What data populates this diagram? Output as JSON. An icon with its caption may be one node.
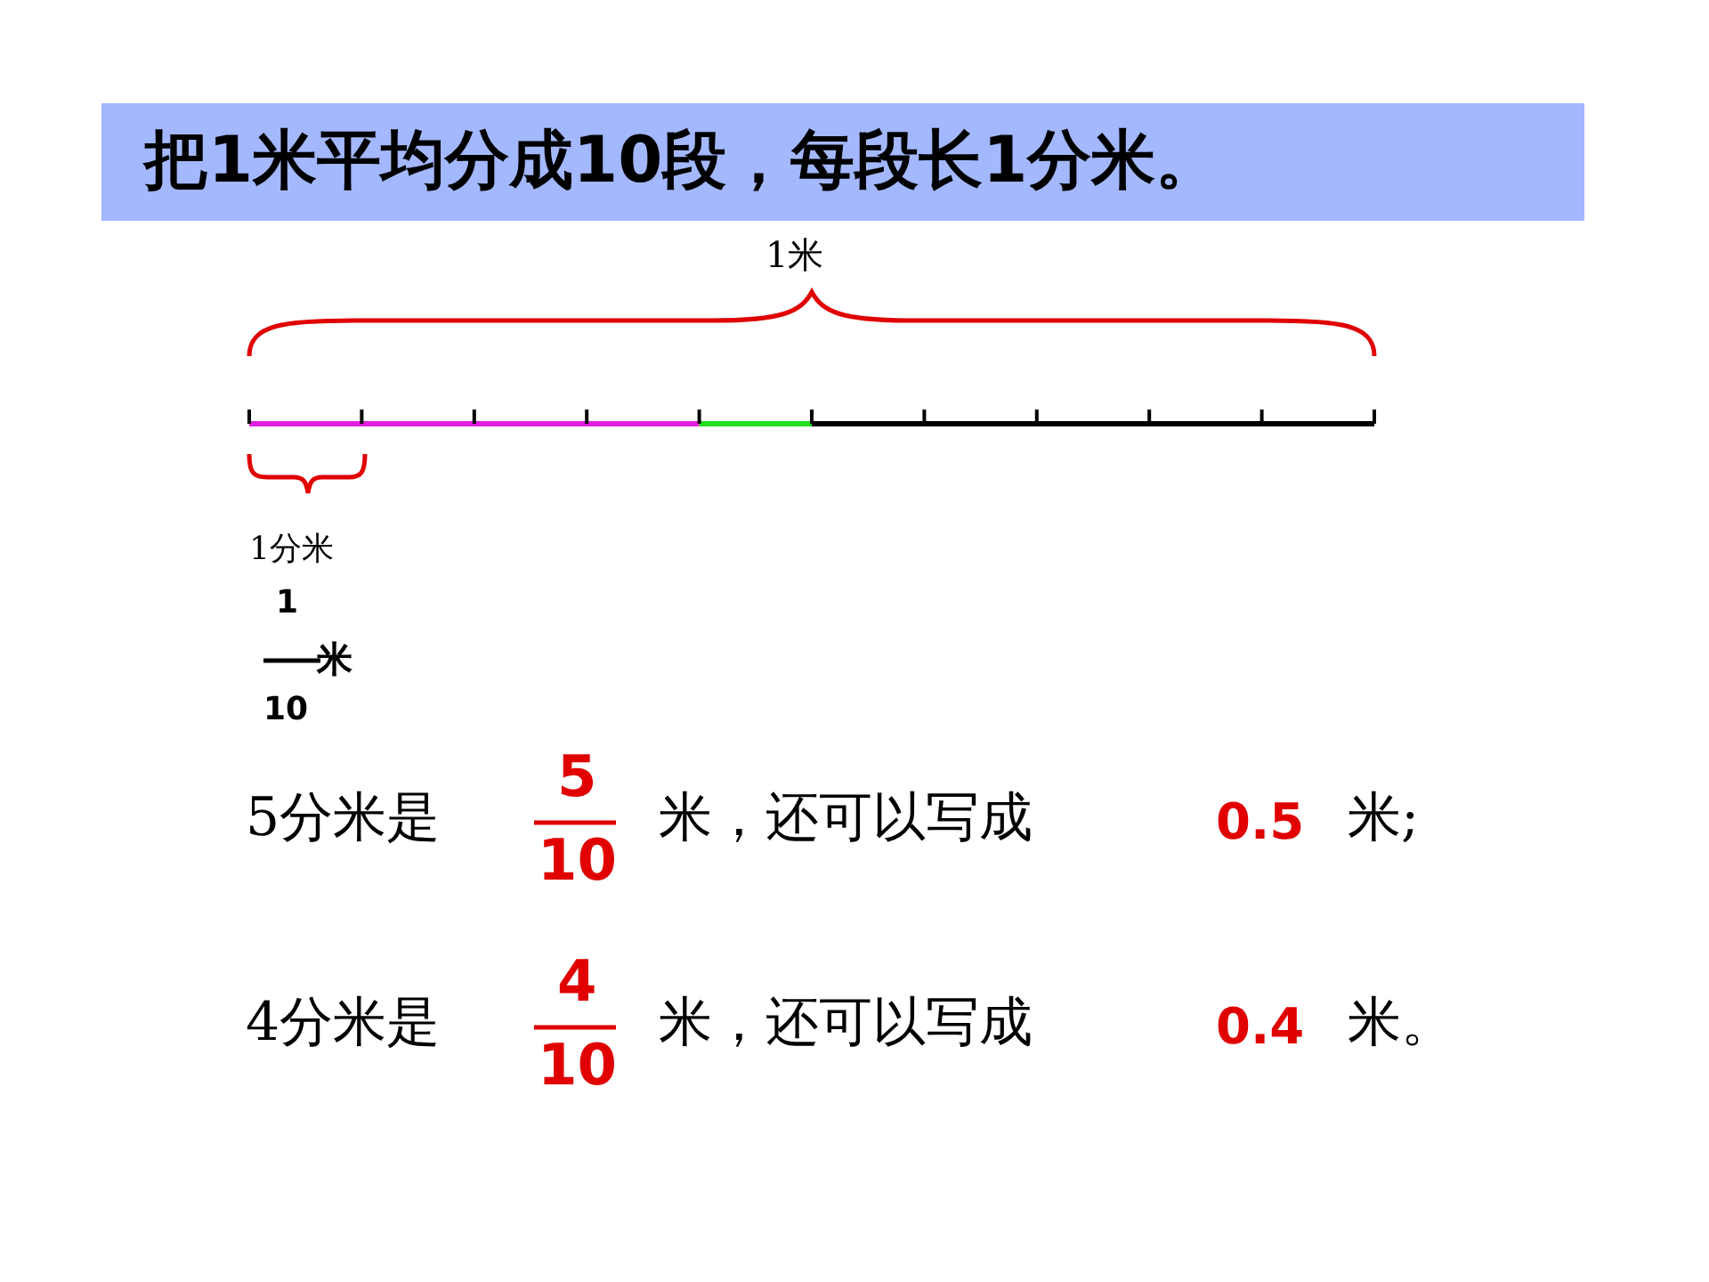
{
  "diagram": {
    "title": "把1米平均分成10段，每段长1分米。",
    "labels": [
      "1米",
      "1分米",
      "1",
      "米",
      "10",
      "5分米是",
      "5",
      "10",
      "米，还可以写成",
      "0.5",
      "米;",
      "4分米是",
      "4",
      "10",
      "米，还可以写成",
      "0.4",
      "米。"
    ]
  }
}
